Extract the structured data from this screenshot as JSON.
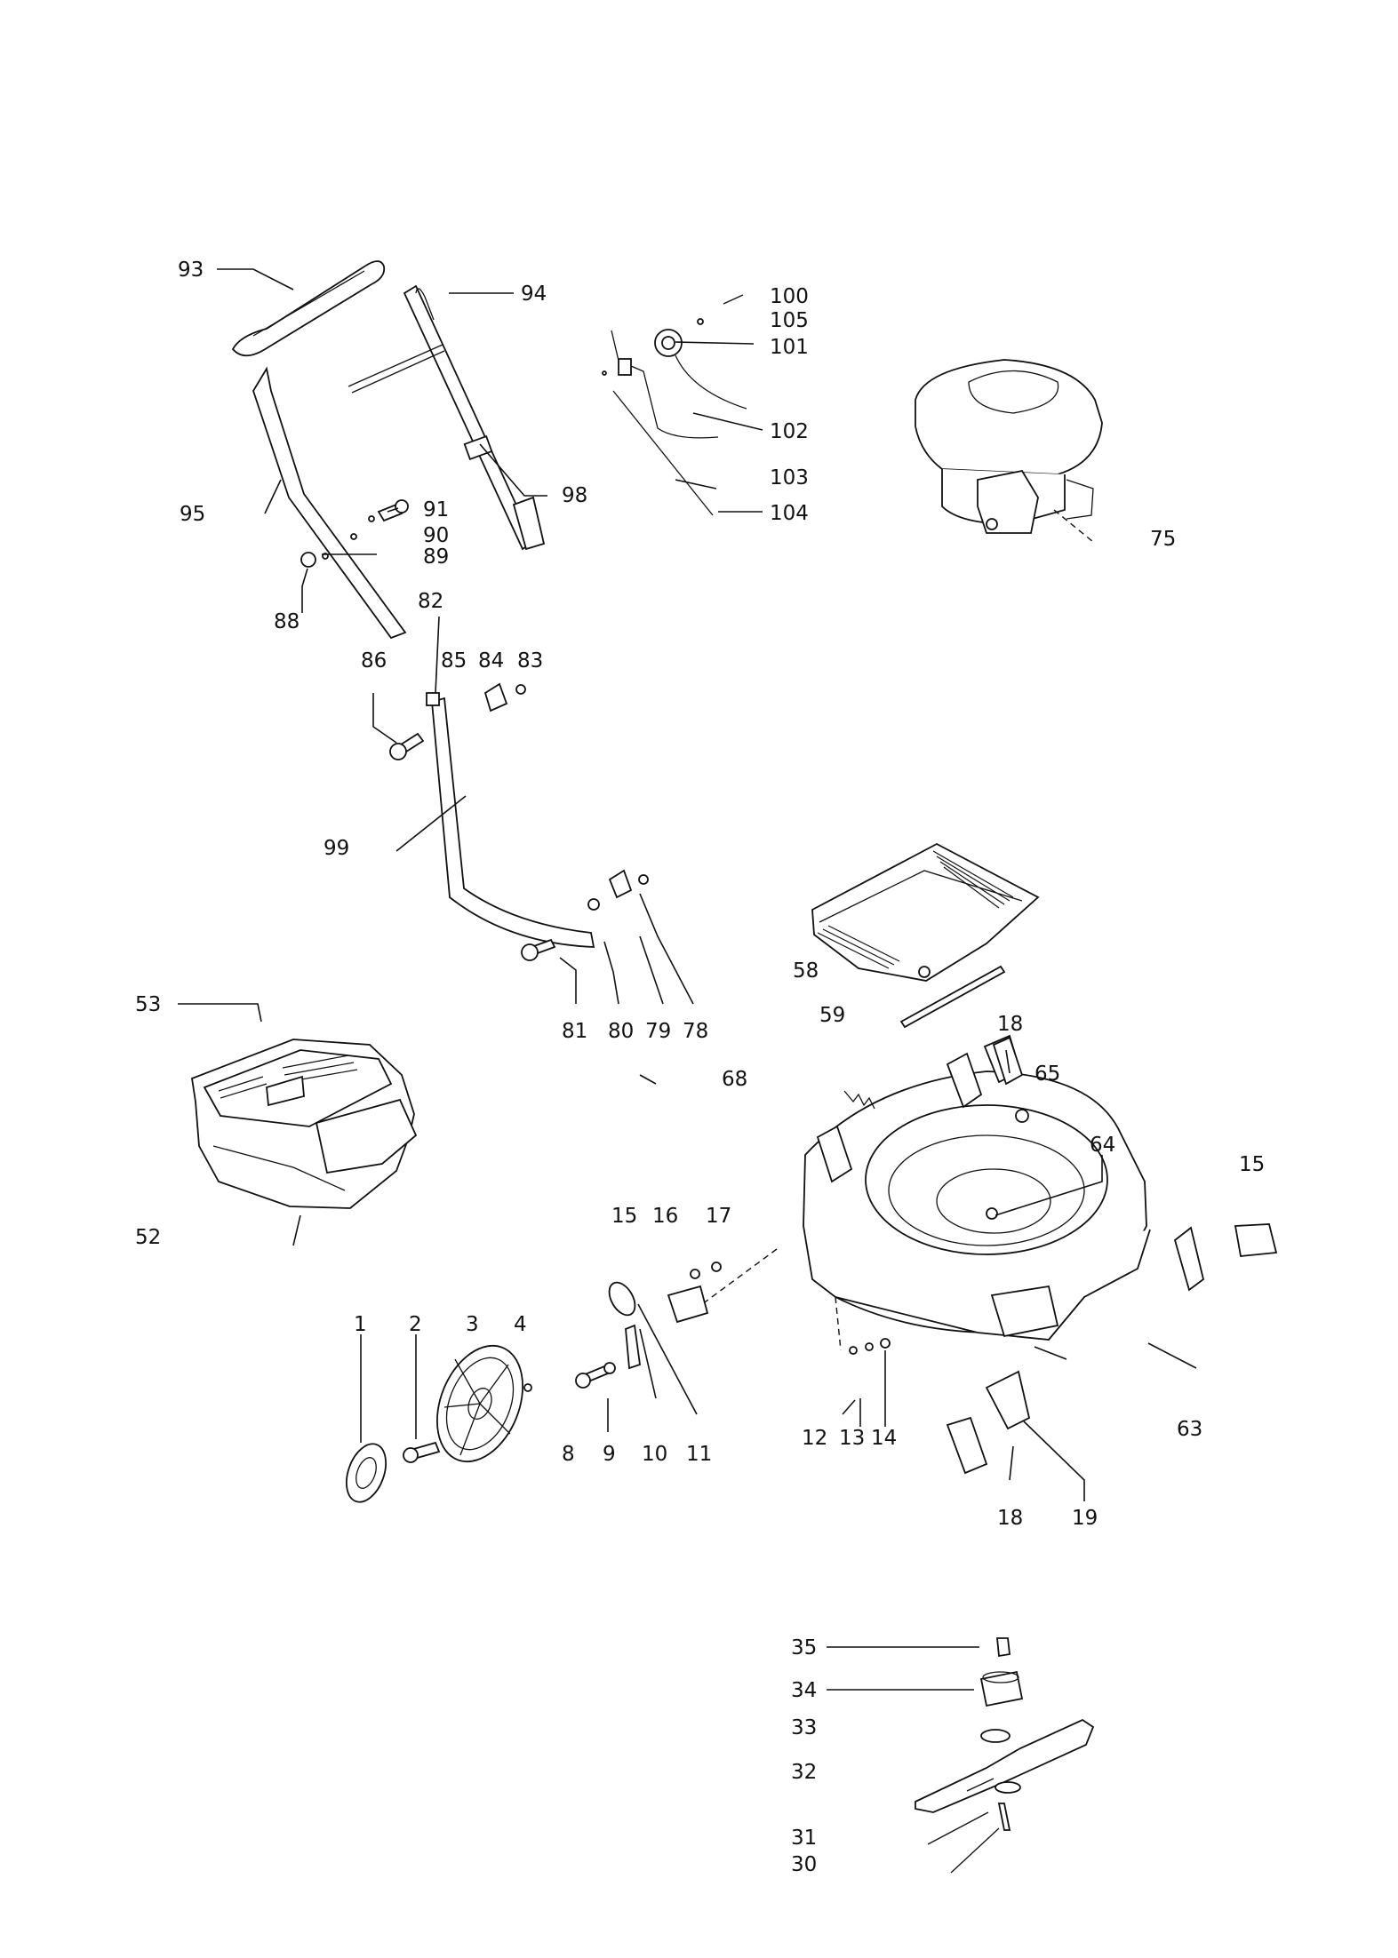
{
  "labels": {
    "l1": "1",
    "l2": "2",
    "l3": "3",
    "l4": "4",
    "l8": "8",
    "l9": "9",
    "l10": "10",
    "l11": "11",
    "l12": "12",
    "l13": "13",
    "l14": "14",
    "l15a": "15",
    "l15b": "15",
    "l16": "16",
    "l17": "17",
    "l18a": "18",
    "l18b": "18",
    "l19": "19",
    "l30": "30",
    "l31": "31",
    "l32": "32",
    "l33": "33",
    "l34": "34",
    "l35": "35",
    "l52": "52",
    "l53": "53",
    "l58": "58",
    "l59": "59",
    "l63": "63",
    "l64": "64",
    "l65": "65",
    "l68": "68",
    "l75": "75",
    "l78": "78",
    "l79": "79",
    "l80": "80",
    "l81": "81",
    "l82": "82",
    "l83": "83",
    "l84": "84",
    "l85": "85",
    "l86": "86",
    "l88": "88",
    "l89": "89",
    "l90": "90",
    "l91": "91",
    "l93": "93",
    "l94": "94",
    "l95": "95",
    "l98": "98",
    "l99": "99",
    "l100": "100",
    "l101": "101",
    "l102": "102",
    "l103": "103",
    "l104": "104",
    "l105": "105"
  }
}
